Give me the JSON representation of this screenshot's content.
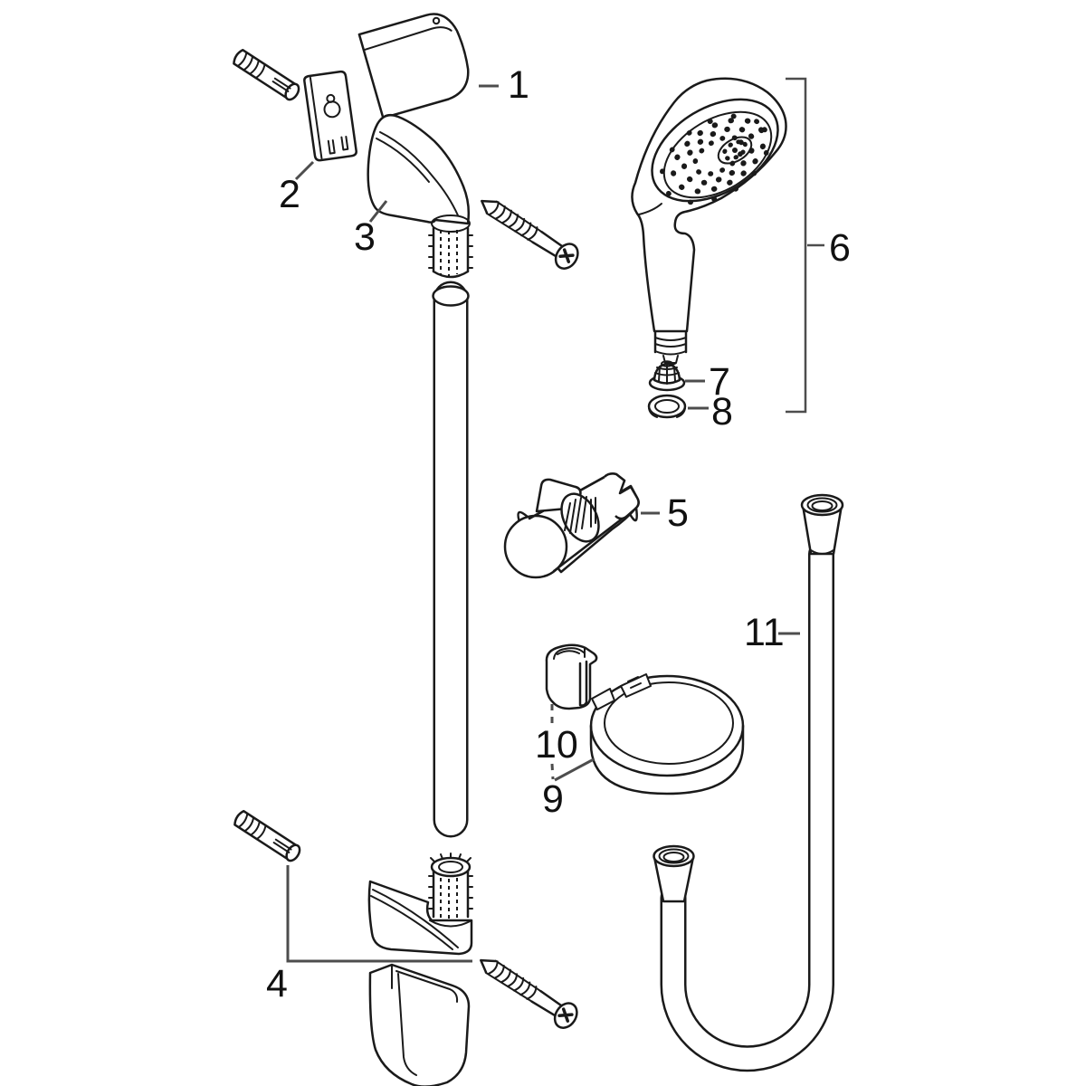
{
  "diagram": {
    "kind": "exploded-parts-diagram",
    "background": "#ffffff",
    "line_color": "#1a1a1a",
    "leader_color": "#4d4d4d",
    "label_color": "#111111"
  },
  "parts": [
    {
      "number": "1"
    },
    {
      "number": "2"
    },
    {
      "number": "3"
    },
    {
      "number": "4"
    },
    {
      "number": "5"
    },
    {
      "number": "6"
    },
    {
      "number": "7"
    },
    {
      "number": "8"
    },
    {
      "number": "9"
    },
    {
      "number": "10"
    },
    {
      "number": "11"
    }
  ]
}
